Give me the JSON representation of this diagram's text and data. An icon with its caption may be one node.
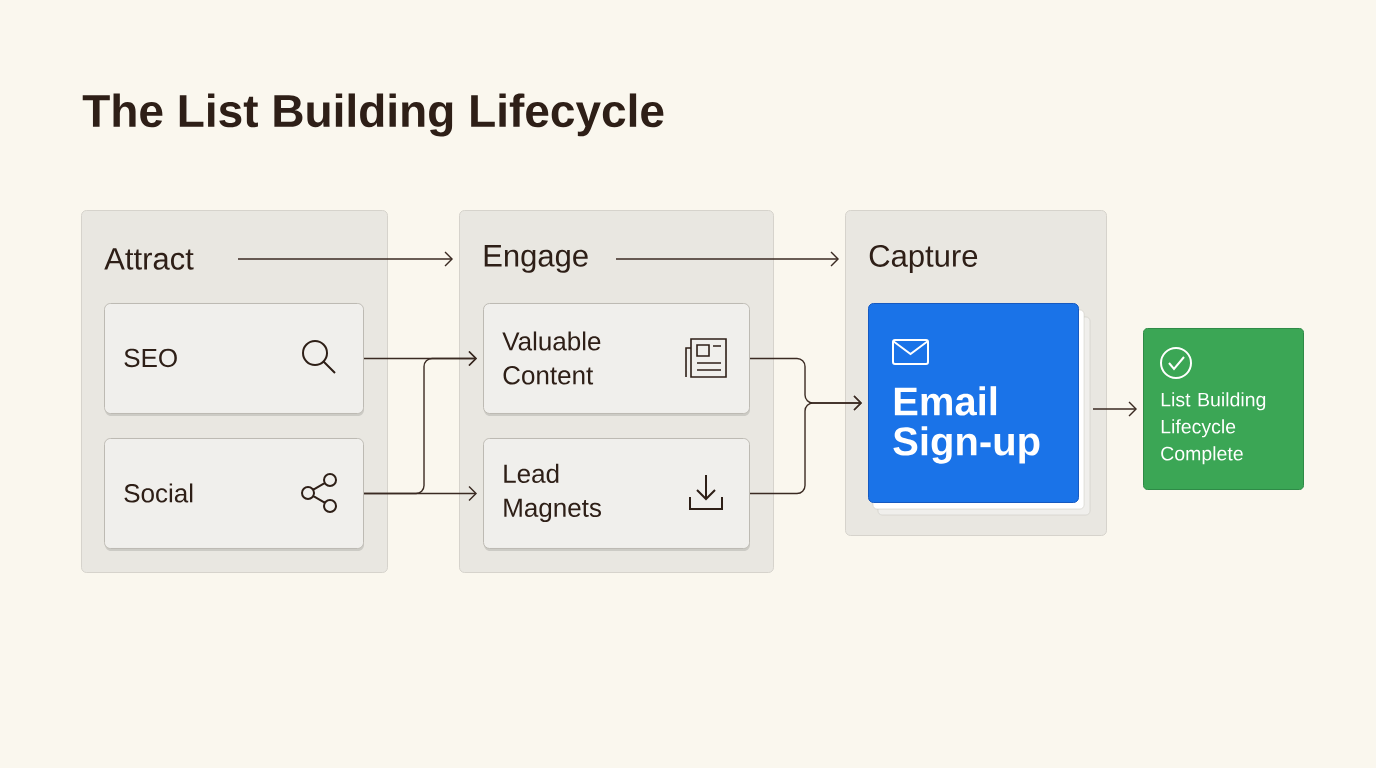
{
  "diagram": {
    "title": "The List Building Lifecycle",
    "nodes": [
      {
        "text": [
          "Attract"
        ]
      },
      {
        "text": [
          "SEO"
        ],
        "in": 0
      },
      {
        "text": [
          "Social"
        ],
        "in": 0
      },
      {
        "text": [
          "Engage"
        ]
      },
      {
        "text": [
          "Valuable Content"
        ],
        "in": 3
      },
      {
        "text": [
          "Lead Magnets"
        ],
        "in": 3
      },
      {
        "text": [
          "Capture"
        ]
      },
      {
        "text": [
          "Email Sign-up"
        ],
        "in": 6
      },
      {
        "text": [
          "List Building Lifecycle Complete"
        ]
      }
    ],
    "edges": [
      {
        "from": 0,
        "to": 3,
        "arrow": "to"
      },
      {
        "from": 3,
        "to": 6,
        "arrow": "to"
      },
      {
        "from": 1,
        "to": 4,
        "arrow": "to"
      },
      {
        "from": 2,
        "to": 5,
        "arrow": "to"
      },
      {
        "from": 2,
        "to": 4,
        "arrow": "to"
      },
      {
        "from": 4,
        "to": 7,
        "arrow": "to"
      },
      {
        "from": 5,
        "to": 7,
        "arrow": "to"
      },
      {
        "from": 7,
        "to": 8,
        "arrow": "to"
      }
    ]
  }
}
